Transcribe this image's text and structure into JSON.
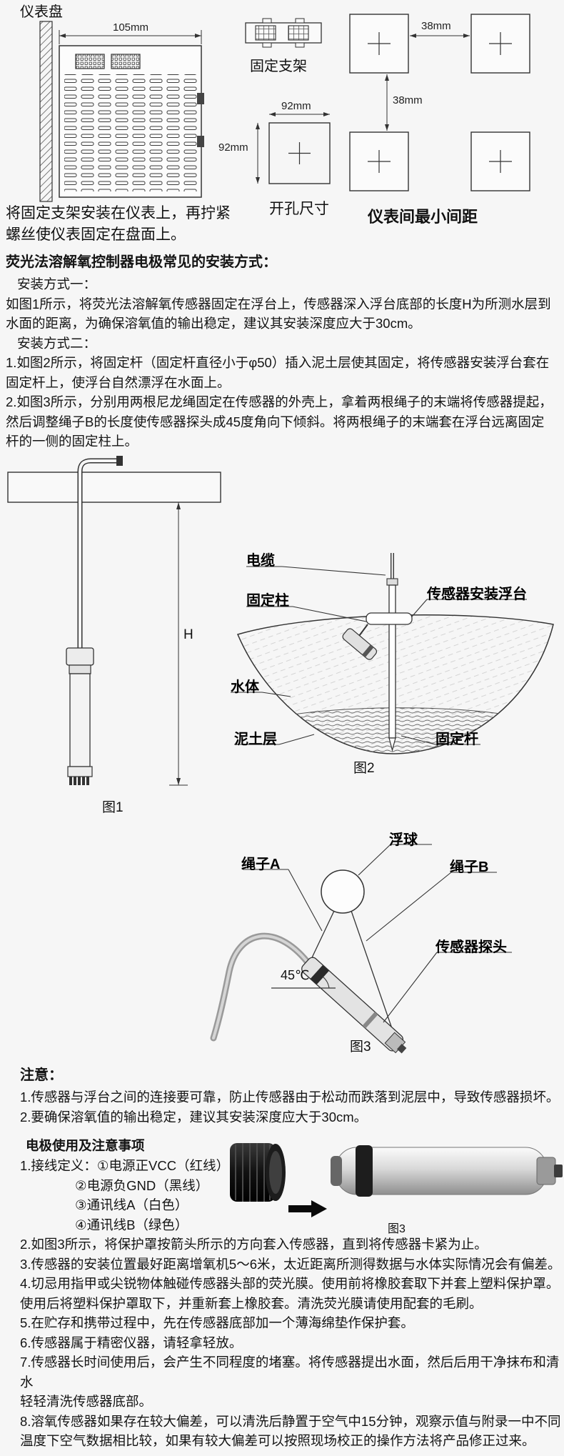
{
  "top": {
    "panel_label": "仪表盘",
    "panel_width_dim": "105mm",
    "bracket_label": "固定支架",
    "hole_width_dim": "92mm",
    "hole_height_dim": "92mm",
    "hole_caption": "开孔尺寸",
    "gap_h_dim": "38mm",
    "gap_v_dim": "38mm",
    "spacing_caption": "仪表间最小间距",
    "mount_note": "将固定支架安装在仪表上，再拧紧\n螺丝使仪表固定在盘面上。"
  },
  "intro": {
    "heading": "荧光法溶解氧控制器电极常见的安装方式：",
    "method1_title": "安装方式一：",
    "method1_text": "如图1所示，将荧光法溶解氧传感器固定在浮台上，传感器深入浮台底部的长度H为所测水层到\n水面的距离，为确保溶氧值的输出稳定，建议其安装深度应大于30cm。",
    "method2_title": "安装方式二：",
    "method2_item1": "1.如图2所示，将固定杆（固定杆直径小于φ50）插入泥土层使其固定，将传感器安装浮台套在\n固定杆上，使浮台自然漂浮在水面上。",
    "method2_item2": "2.如图3所示，分别用两根尼龙绳固定在传感器的外壳上，拿着两根绳子的末端将传感器提起，\n然后调整绳子B的长度使传感器探头成45度角向下倾斜。将两根绳子的末端套在浮台远离固定\n杆的一侧的固定柱上。"
  },
  "fig1": {
    "h_dim": "H",
    "caption": "图1"
  },
  "fig2": {
    "cable": "电缆",
    "post": "固定柱",
    "float": "传感器安装浮台",
    "water": "水体",
    "mud": "泥土层",
    "pole": "固定杆",
    "caption": "图2"
  },
  "fig3": {
    "ball": "浮球",
    "rope_a": "绳子A",
    "rope_b": "绳子B",
    "probe": "传感器探头",
    "angle": "45℃",
    "caption": "图3"
  },
  "notes": {
    "title": "注意：",
    "items": [
      "1.传感器与浮台之间的连接要可靠，防止传感器由于松动而跌落到泥层中，导致传感器损坏。",
      "2.要确保溶氧值的输出稳定，建议其安装深度应大于30cm。"
    ]
  },
  "usage": {
    "title": "电极使用及注意事项",
    "wiring": [
      "1.接线定义：①电源正VCC（红线）",
      "②电源负GND（黑线）",
      "③通讯线A（白色）",
      "④通讯线B（绿色）"
    ],
    "photo_caption": "图3",
    "items": [
      "2.如图3所示，将保护罩按箭头所示的方向套入传感器，直到将传感器卡紧为止。",
      "3.传感器的安装位置最好距离增氧机5～6米，太近距离所测得数据与水体实际情况会有偏差。",
      "4.切忌用指甲或尖锐物体触碰传感器头部的荧光膜。使用前将橡胶套取下并套上塑料保护罩。\n使用后将塑料保护罩取下，并重新套上橡胶套。清洗荧光膜请使用配套的毛刷。",
      "5.在贮存和携带过程中，先在传感器底部加一个薄海绵垫作保护套。",
      "6.传感器属于精密仪器，请轻拿轻放。",
      "7.传感器长时间使用后，会产生不同程度的堵塞。将传感器提出水面，然后后用干净抹布和清水\n轻轻清洗传感器底部。",
      "8.溶氧传感器如果存在较大偏差，可以清洗后静置于空气中15分钟，观察示值与附录一中不同\n温度下空气数据相比较，如果有较大偏差可以按照现场校正的操作方法将产品修正过来。"
    ]
  }
}
